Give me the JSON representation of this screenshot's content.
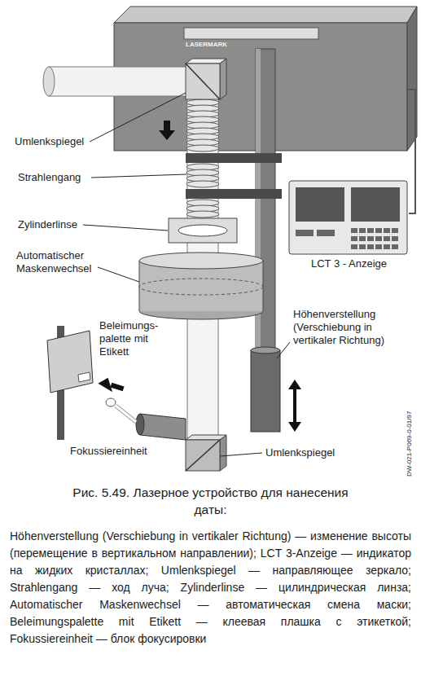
{
  "diagram": {
    "caption": "Рис. 5.49. Лазерное устройство для нанесения даты:",
    "nodes": [
      {
        "text": [
          "LASERMARK"
        ]
      },
      {
        "text": [
          "LCT 3 - Anzeige"
        ]
      }
    ],
    "edges": [
      {
        "from": 0,
        "to": 1,
        "arrow": "none"
      }
    ],
    "labels": [
      "Umlenkspiegel",
      "Strahlengang",
      "Zylinderlinse",
      "Automatischer Maskenwechsel",
      "Höhenverstellung (Verschiebung in vertikaler Richtung)",
      "Beleimungs- palette mit Etikett",
      "Fokussiereinheit",
      "Umlenkspiegel",
      "DW-021-P069-0-01/97",
      "Höhenverstellung (Verschiebung in vertikaler Richtung) — изменение высоты (перемещение в вертикальном направлении); LCT 3-Anzeige — индикатор на жидких кристаллах; Umlenkspiegel — направляющее зеркало; Strahlengang — ход луча; Zylinderlinse — цилиндрическая линза; Automatischer Maskenwechsel — автоматическая смена маски; Beleimungspalette mit Etikett — клеевая плашка с этикеткой; Fokussiereinheit — блок фокусировки"
    ]
  }
}
